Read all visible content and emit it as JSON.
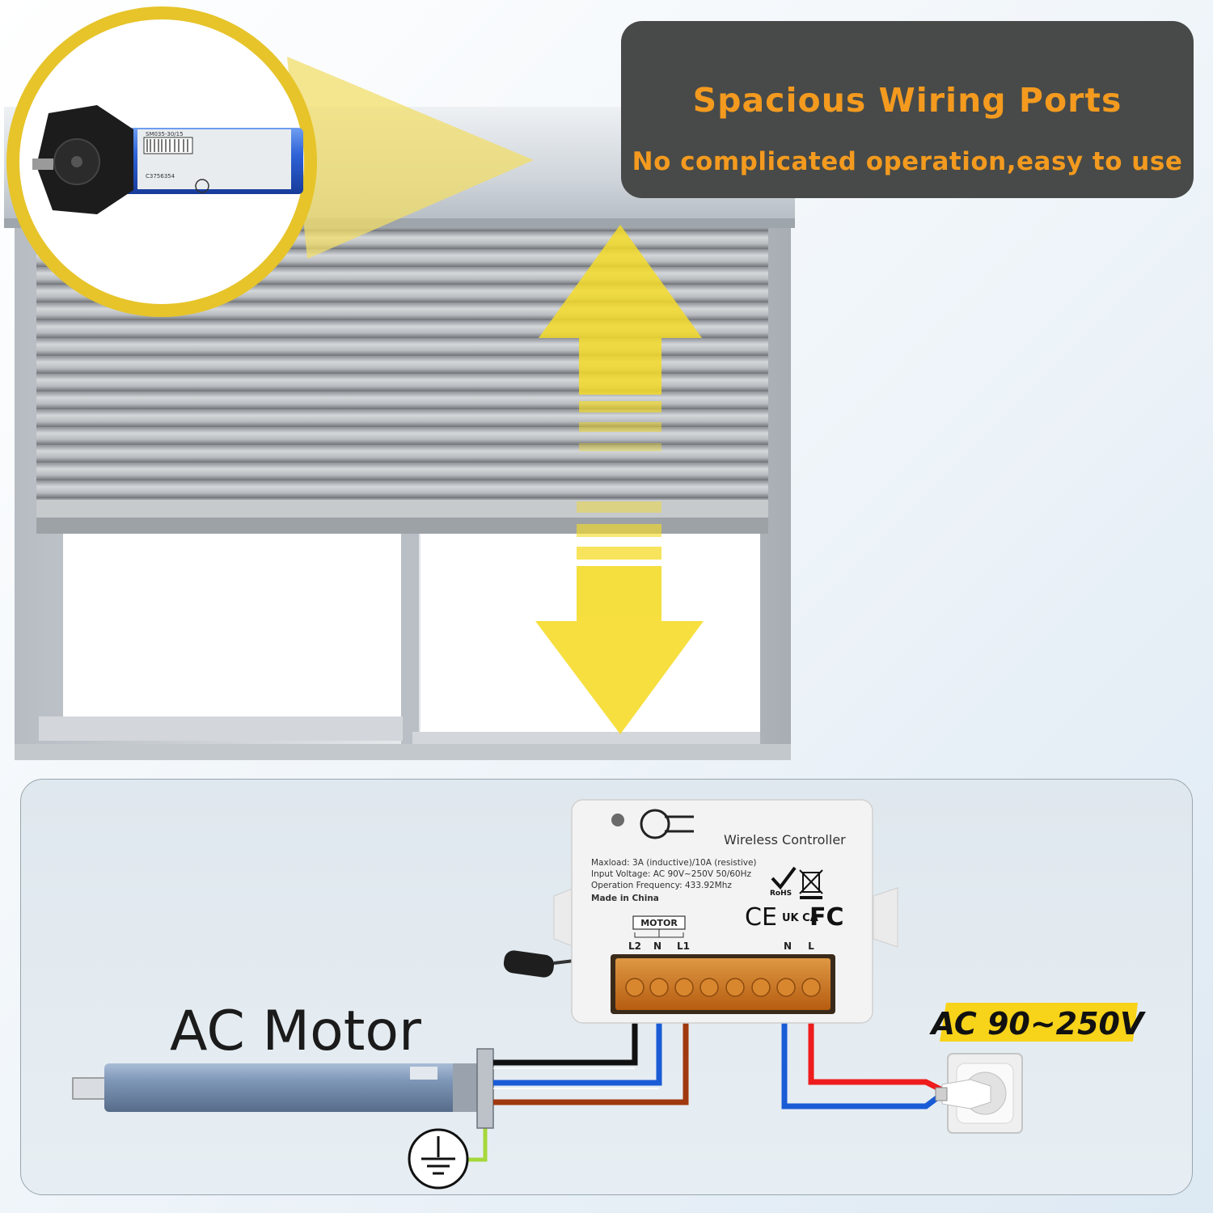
{
  "headline": {
    "title": "Spacious Wiring Ports",
    "subtitle": "No complicated operation,easy to use"
  },
  "motor_label": {
    "name": "AC Motor",
    "tag1": "SM035-30/15",
    "tag2": "C3756354"
  },
  "controller": {
    "brand_label": "Wireless Controller",
    "specs": [
      "Maxload: 3A (inductive)/10A (resistive)",
      "Input Voltage: AC 90V~250V 50/60Hz",
      "Operation Frequency: 433.92Mhz"
    ],
    "origin": "Made in China",
    "motor_group_label": "MOTOR",
    "motor_terminals": [
      "L2",
      "N",
      "L1"
    ],
    "power_terminals": [
      "N",
      "L"
    ],
    "certifications": [
      "RoHS",
      "CE",
      "UK CA",
      "FC"
    ]
  },
  "power": {
    "voltage": "AC 90~250V"
  },
  "colors": {
    "accent_orange": "#f39a1f",
    "panel_dark": "#474a48",
    "arrow_yellow": "#f5dc2a",
    "wire_black": "#111111",
    "wire_blue": "#1a5bd6",
    "wire_brown": "#a0390f",
    "wire_red": "#ee1c1c",
    "wire_ground": "#a6d83b",
    "voltage_badge": "#f7d31a"
  },
  "icons": [
    "motor-icon",
    "up-arrow-icon",
    "down-arrow-icon",
    "ground-symbol-icon",
    "power-socket-icon",
    "antenna-icon",
    "rohs-check-icon",
    "weee-bin-icon"
  ]
}
